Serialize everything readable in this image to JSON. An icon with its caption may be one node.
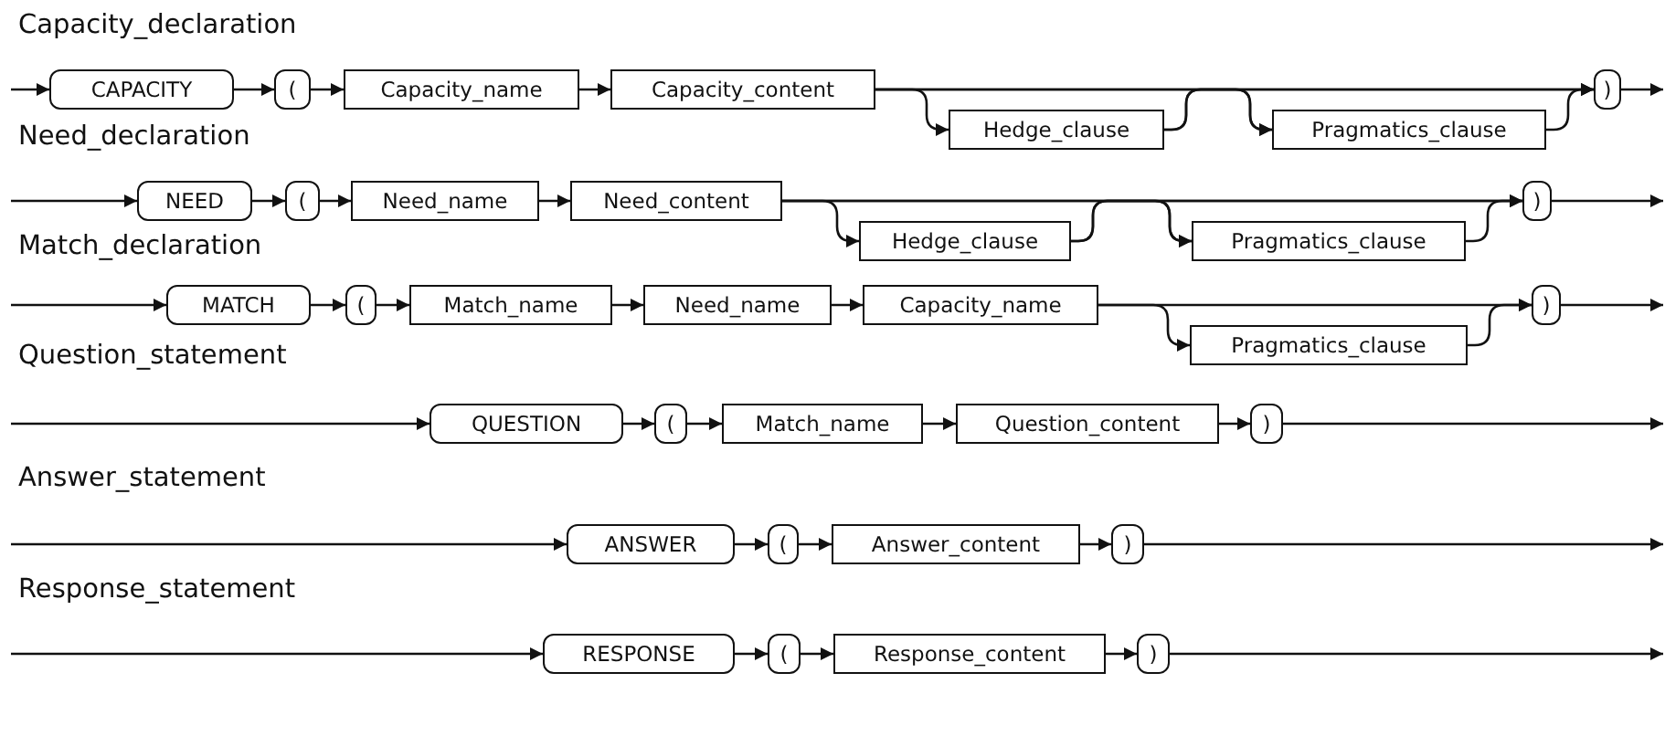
{
  "diagram": {
    "nodes": [
      {
        "text": [
          "CAPACITY"
        ]
      },
      {
        "text": [
          "("
        ]
      },
      {
        "text": [
          "Capacity_name"
        ]
      },
      {
        "text": [
          "Capacity_content"
        ]
      },
      {
        "text": [
          "Hedge_clause"
        ]
      },
      {
        "text": [
          "Pragmatics_clause"
        ]
      },
      {
        "text": [
          ")"
        ]
      },
      {
        "text": [
          "NEED"
        ]
      },
      {
        "text": [
          "("
        ]
      },
      {
        "text": [
          "Need_name"
        ]
      },
      {
        "text": [
          "Need_content"
        ]
      },
      {
        "text": [
          "Hedge_clause"
        ]
      },
      {
        "text": [
          "Pragmatics_clause"
        ]
      },
      {
        "text": [
          ")"
        ]
      },
      {
        "text": [
          "MATCH"
        ]
      },
      {
        "text": [
          "("
        ]
      },
      {
        "text": [
          "Match_name"
        ]
      },
      {
        "text": [
          "Need_name"
        ]
      },
      {
        "text": [
          "Capacity_name"
        ]
      },
      {
        "text": [
          "Pragmatics_clause"
        ]
      },
      {
        "text": [
          ")"
        ]
      },
      {
        "text": [
          "QUESTION"
        ]
      },
      {
        "text": [
          "("
        ]
      },
      {
        "text": [
          "Match_name"
        ]
      },
      {
        "text": [
          "Question_content"
        ]
      },
      {
        "text": [
          ")"
        ]
      },
      {
        "text": [
          "ANSWER"
        ]
      },
      {
        "text": [
          "("
        ]
      },
      {
        "text": [
          "Answer_content"
        ]
      },
      {
        "text": [
          ")"
        ]
      },
      {
        "text": [
          "RESPONSE"
        ]
      },
      {
        "text": [
          "("
        ]
      },
      {
        "text": [
          "Response_content"
        ]
      },
      {
        "text": [
          ")"
        ]
      }
    ],
    "edges": [
      {
        "from": null,
        "to": 0,
        "arrow": "to"
      },
      {
        "from": 0,
        "to": 1,
        "arrow": "to"
      },
      {
        "from": 1,
        "to": 2,
        "arrow": "to"
      },
      {
        "from": 2,
        "to": 3,
        "arrow": "to"
      },
      {
        "from": 3,
        "to": 4,
        "arrow": "to"
      },
      {
        "from": 3,
        "to": 5,
        "arrow": "to"
      },
      {
        "from": 3,
        "to": 6,
        "arrow": "to"
      },
      {
        "from": 4,
        "to": 5,
        "arrow": "to"
      },
      {
        "from": 4,
        "to": 6,
        "arrow": "to"
      },
      {
        "from": 5,
        "to": 6,
        "arrow": "to"
      },
      {
        "from": 6,
        "to": null,
        "arrow": "to"
      },
      {
        "from": null,
        "to": 7,
        "arrow": "to"
      },
      {
        "from": 7,
        "to": 8,
        "arrow": "to"
      },
      {
        "from": 8,
        "to": 9,
        "arrow": "to"
      },
      {
        "from": 9,
        "to": 10,
        "arrow": "to"
      },
      {
        "from": 10,
        "to": 11,
        "arrow": "to"
      },
      {
        "from": 10,
        "to": 12,
        "arrow": "to"
      },
      {
        "from": 10,
        "to": 13,
        "arrow": "to"
      },
      {
        "from": 11,
        "to": 12,
        "arrow": "to"
      },
      {
        "from": 11,
        "to": 13,
        "arrow": "to"
      },
      {
        "from": 12,
        "to": 13,
        "arrow": "to"
      },
      {
        "from": 13,
        "to": null,
        "arrow": "to"
      },
      {
        "from": null,
        "to": 14,
        "arrow": "to"
      },
      {
        "from": 14,
        "to": 15,
        "arrow": "to"
      },
      {
        "from": 15,
        "to": 16,
        "arrow": "to"
      },
      {
        "from": 16,
        "to": 17,
        "arrow": "to"
      },
      {
        "from": 17,
        "to": 18,
        "arrow": "to"
      },
      {
        "from": 18,
        "to": 19,
        "arrow": "to"
      },
      {
        "from": 18,
        "to": 20,
        "arrow": "to"
      },
      {
        "from": 19,
        "to": 20,
        "arrow": "to"
      },
      {
        "from": 20,
        "to": null,
        "arrow": "to"
      },
      {
        "from": null,
        "to": 21,
        "arrow": "to"
      },
      {
        "from": 21,
        "to": 22,
        "arrow": "to"
      },
      {
        "from": 22,
        "to": 23,
        "arrow": "to"
      },
      {
        "from": 23,
        "to": 24,
        "arrow": "to"
      },
      {
        "from": 24,
        "to": 25,
        "arrow": "to"
      },
      {
        "from": 25,
        "to": null,
        "arrow": "to"
      },
      {
        "from": null,
        "to": 26,
        "arrow": "to"
      },
      {
        "from": 26,
        "to": 27,
        "arrow": "to"
      },
      {
        "from": 27,
        "to": 28,
        "arrow": "to"
      },
      {
        "from": 28,
        "to": 29,
        "arrow": "to"
      },
      {
        "from": 29,
        "to": null,
        "arrow": "to"
      },
      {
        "from": null,
        "to": 30,
        "arrow": "to"
      },
      {
        "from": 30,
        "to": 31,
        "arrow": "to"
      },
      {
        "from": 31,
        "to": 32,
        "arrow": "to"
      },
      {
        "from": 32,
        "to": 33,
        "arrow": "to"
      },
      {
        "from": 33,
        "to": null,
        "arrow": "to"
      }
    ],
    "labels": [
      "Capacity_declaration",
      "Need_declaration",
      "Match_declaration",
      "Question_statement",
      "Answer_statement",
      "Response_statement"
    ]
  }
}
